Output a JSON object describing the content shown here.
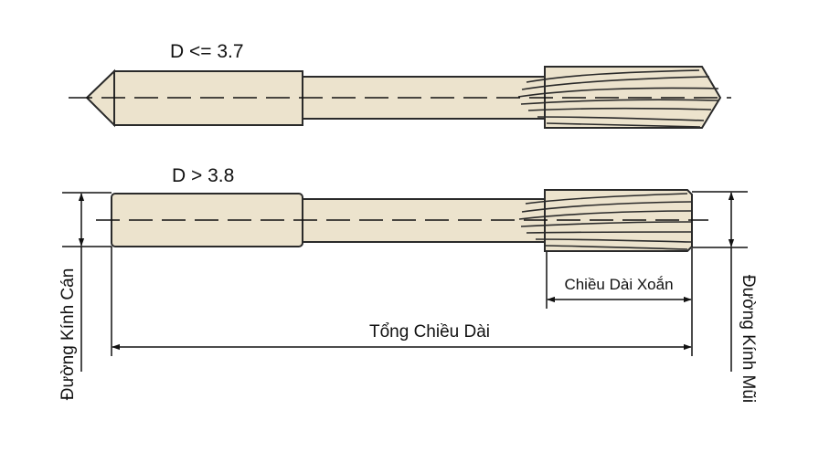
{
  "top_tool": {
    "label": "D <= 3.7"
  },
  "bottom_tool": {
    "label": "D > 3.8"
  },
  "dimensions": {
    "flute_length": "Chiều Dài Xoắn",
    "overall_length": "Tổng Chiều Dài",
    "shank_diameter": "Đường Kính Cán",
    "tip_diameter": "Đường Kính Mũi"
  },
  "colors": {
    "body_fill": "#ece3cd",
    "outline": "#2a2a2a",
    "line": "#111111"
  }
}
